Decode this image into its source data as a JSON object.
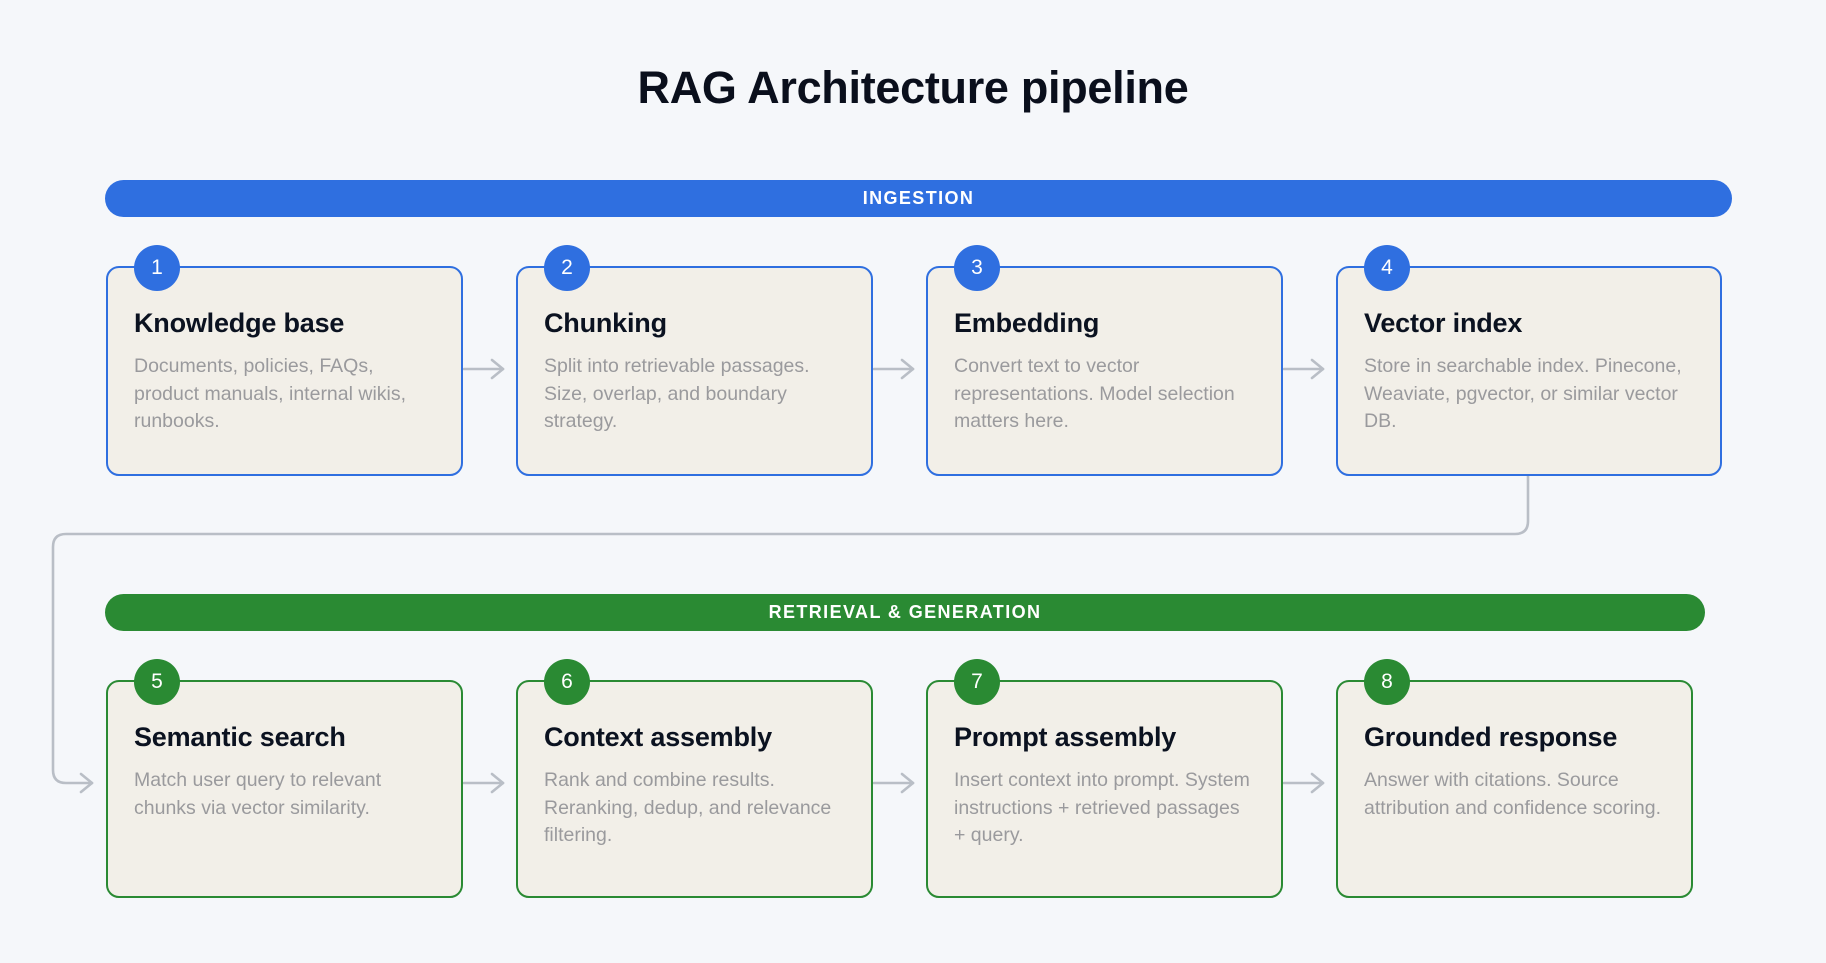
{
  "diagram": {
    "title": "RAG Architecture pipeline",
    "background_color": "#f5f7fa",
    "card_background_color": "#f2efe8",
    "connector_color": "#b9bec6"
  },
  "phases": [
    {
      "id": "ingestion",
      "label": "INGESTION",
      "accent_color": "#2f6fe0",
      "steps": [
        {
          "number": "1",
          "title": "Knowledge base",
          "description": "Documents, policies, FAQs, product manuals, internal wikis, runbooks."
        },
        {
          "number": "2",
          "title": "Chunking",
          "description": "Split into retrievable passages. Size, overlap, and boundary strategy."
        },
        {
          "number": "3",
          "title": "Embedding",
          "description": "Convert text to vector representations. Model selection matters here."
        },
        {
          "number": "4",
          "title": "Vector index",
          "description": "Store in searchable index. Pinecone, Weaviate, pgvector, or similar vector DB."
        }
      ]
    },
    {
      "id": "retrieval",
      "label": "RETRIEVAL & GENERATION",
      "accent_color": "#2a8a33",
      "steps": [
        {
          "number": "5",
          "title": "Semantic search",
          "description": "Match user query to relevant chunks via vector similarity."
        },
        {
          "number": "6",
          "title": "Context assembly",
          "description": "Rank and combine results. Reranking, dedup, and relevance filtering."
        },
        {
          "number": "7",
          "title": "Prompt assembly",
          "description": "Insert context into prompt. System instructions + retrieved passages + query."
        },
        {
          "number": "8",
          "title": "Grounded response",
          "description": "Answer with citations. Source attribution and confidence scoring."
        }
      ]
    }
  ]
}
